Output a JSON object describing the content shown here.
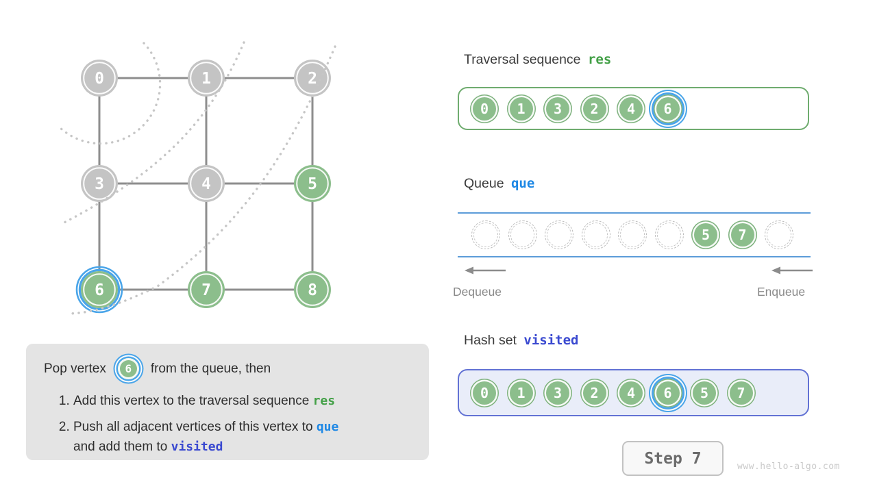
{
  "palette": {
    "node_green": "#8CBE8C",
    "node_gray": "#C4C4C4",
    "highlight_blue": "#4AA5E9",
    "edge_gray": "#8E8E8E",
    "arc_gray": "#C6C6C6",
    "code_green": "#43A047",
    "code_blue": "#1E88E5",
    "code_indigo": "#3A49D0",
    "queue_line_blue": "#5C9CD9",
    "res_border_green": "#6FAC6F",
    "hashset_border_blue": "#6272D4",
    "hashset_bg": "#E9EDF9"
  },
  "graph": {
    "vertices": [
      {
        "label": "0",
        "state": "gray"
      },
      {
        "label": "1",
        "state": "gray"
      },
      {
        "label": "2",
        "state": "gray"
      },
      {
        "label": "3",
        "state": "gray"
      },
      {
        "label": "4",
        "state": "gray"
      },
      {
        "label": "5",
        "state": "green"
      },
      {
        "label": "6",
        "state": "current"
      },
      {
        "label": "7",
        "state": "green"
      },
      {
        "label": "8",
        "state": "green"
      }
    ],
    "edges": [
      [
        0,
        1
      ],
      [
        1,
        2
      ],
      [
        0,
        3
      ],
      [
        1,
        4
      ],
      [
        2,
        5
      ],
      [
        3,
        4
      ],
      [
        4,
        5
      ],
      [
        3,
        6
      ],
      [
        4,
        7
      ],
      [
        5,
        8
      ],
      [
        6,
        7
      ],
      [
        7,
        8
      ]
    ]
  },
  "sections": {
    "traversal": {
      "title": "Traversal sequence",
      "code": "res",
      "items": [
        {
          "v": "0"
        },
        {
          "v": "1"
        },
        {
          "v": "3"
        },
        {
          "v": "2"
        },
        {
          "v": "4"
        },
        {
          "v": "6",
          "hl": true
        }
      ]
    },
    "queue": {
      "title": "Queue",
      "code": "que",
      "slots": [
        {},
        {},
        {},
        {},
        {},
        {},
        {
          "v": "5"
        },
        {
          "v": "7"
        },
        {}
      ],
      "dequeue_label": "Dequeue",
      "enqueue_label": "Enqueue"
    },
    "hashset": {
      "title": "Hash set",
      "code": "visited",
      "items": [
        {
          "v": "0"
        },
        {
          "v": "1"
        },
        {
          "v": "3"
        },
        {
          "v": "2"
        },
        {
          "v": "4"
        },
        {
          "v": "6",
          "hl": true
        },
        {
          "v": "5"
        },
        {
          "v": "7"
        }
      ]
    }
  },
  "explanation": {
    "pop_pre": "Pop vertex",
    "pop_vertex": "6",
    "pop_post": "from the queue, then",
    "steps": [
      {
        "segments": [
          {
            "t": "Add this vertex to the traversal sequence "
          },
          {
            "t": "res",
            "c": "green"
          }
        ]
      },
      {
        "segments": [
          {
            "t": "Push all adjacent vertices of this vertex to "
          },
          {
            "t": "que",
            "c": "blue"
          },
          {
            "br": true
          },
          {
            "t": "and add them to "
          },
          {
            "t": "visited",
            "c": "indigo"
          }
        ]
      }
    ]
  },
  "footer": {
    "step_label": "Step 7",
    "watermark": "www.hello-algo.com"
  }
}
